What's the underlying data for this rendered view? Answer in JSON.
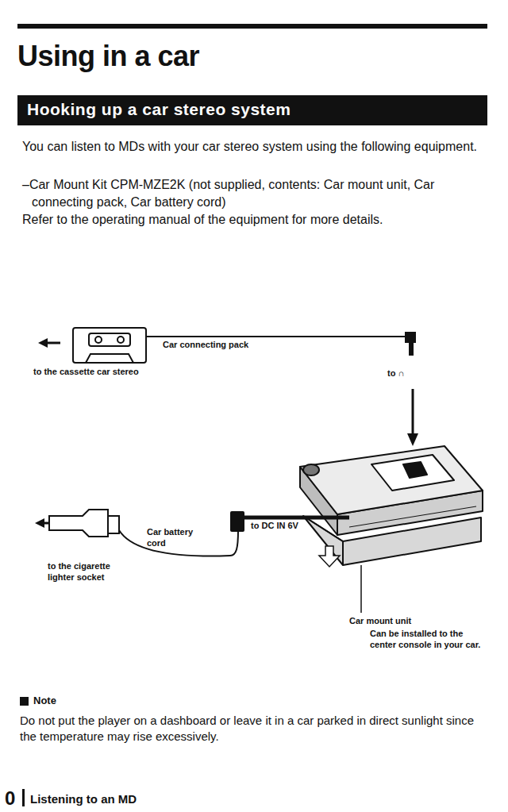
{
  "diagram": {
    "title": "Using in a car",
    "nodes": [
      {
        "text": [
          "Hooking up a car stereo system"
        ]
      }
    ],
    "labels": [
      "You can listen to MDs with your car stereo system using the following equipment.",
      "–Car Mount Kit CPM-MZE2K (not supplied, contents: Car mount unit, Car connecting pack, Car battery cord)",
      "Refer to the operating manual of the equipment for more details.",
      "Car connecting pack",
      "to the cassette car stereo",
      "to ∩",
      "to DC IN 6V",
      "Car battery cord",
      "to the cigarette lighter socket",
      "Car mount unit",
      "Can be installed to the center console in your car.",
      "Note",
      "Do not put the player on a dashboard or leave it in a car parked in direct sunlight since the temperature may rise excessively.",
      "0",
      "Listening to an MD"
    ]
  }
}
